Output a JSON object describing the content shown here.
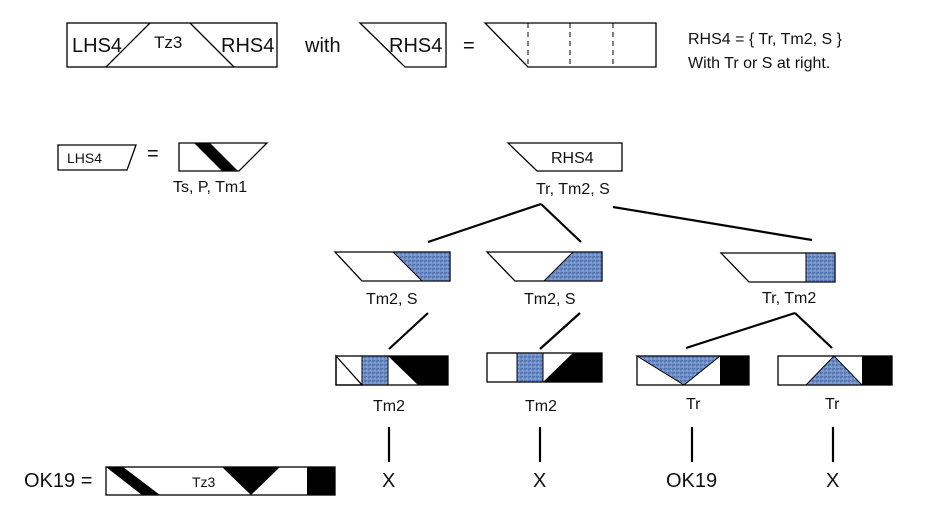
{
  "colors": {
    "ink": "#000000",
    "pattern_blue": "#6f8fc7",
    "pattern_dark": "#3b5da0",
    "black_fill": "#000000"
  },
  "top": {
    "box_lhs": "LHS4",
    "box_tz": "Tz3",
    "box_rhs": "RHS4",
    "with_label": "with",
    "rhs_box": "RHS4",
    "equals": "=",
    "note_line1": "RHS4 = { Tr, Tm2, S }",
    "note_line2": "With Tr or S at right."
  },
  "lhs_def": {
    "box": "LHS4",
    "equals": "=",
    "caption": "Ts, P, Tm1"
  },
  "tree": {
    "root_box": "RHS4",
    "root_caption": "Tr, Tm2, S",
    "level1": [
      "Tm2, S",
      "Tm2, S",
      "Tr, Tm2"
    ],
    "level2": [
      "Tm2",
      "Tm2",
      "Tr",
      "Tr"
    ],
    "results": [
      "X",
      "X",
      "OK19",
      "X"
    ]
  },
  "ok19": {
    "label": "OK19 =",
    "inner": "Tz3"
  }
}
